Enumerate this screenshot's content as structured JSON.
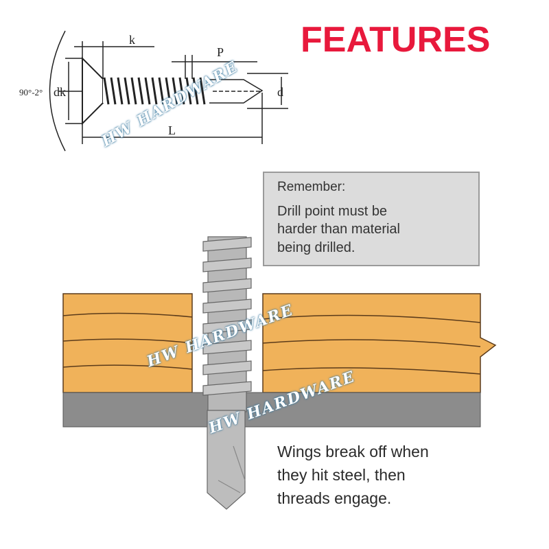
{
  "heading": "FEATURES",
  "dimension_diagram": {
    "labels": {
      "k": "k",
      "p": "P",
      "dk": "dk",
      "d": "d",
      "l": "L",
      "angle": "90°-2°"
    }
  },
  "callout": {
    "title": "Remember:",
    "lines": [
      "Drill point must be",
      "harder than material",
      "being drilled."
    ]
  },
  "caption": {
    "lines": [
      "Wings break off when",
      "they hit steel, then",
      "threads engage."
    ]
  },
  "watermark": "HW HARDWARE",
  "colors": {
    "heading": "#e8193c",
    "wood": "#f0b25a",
    "steel": "#8c8c8c",
    "callout_bg": "#dcdcdc"
  }
}
